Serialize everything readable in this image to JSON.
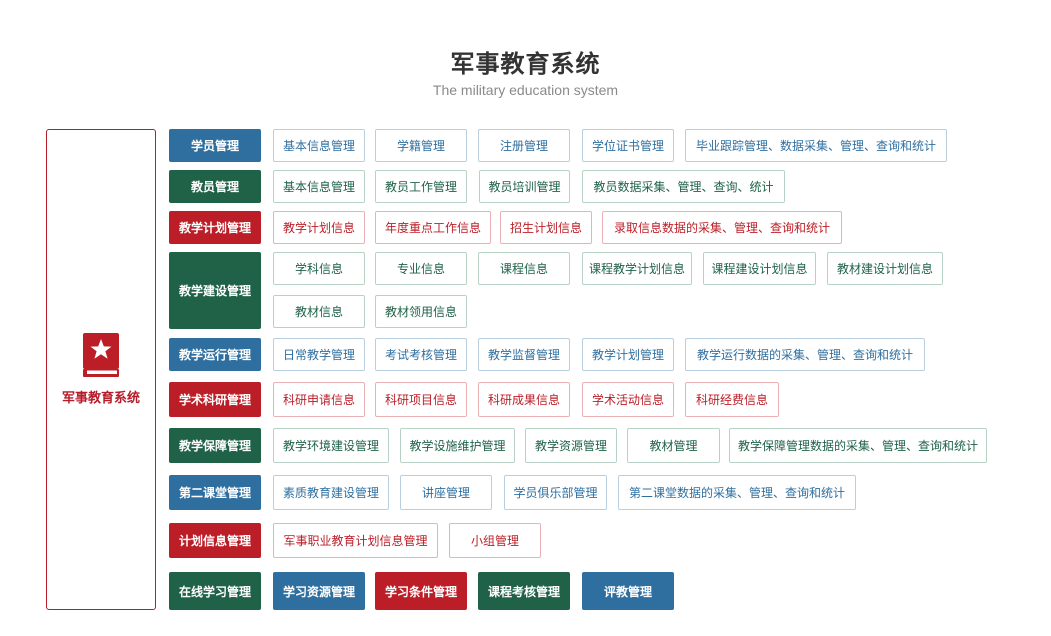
{
  "header": {
    "title": "军事教育系统",
    "subtitle": "The military education system"
  },
  "sidebar": {
    "label": "军事教育系统",
    "icon": "book-star-icon"
  },
  "colors": {
    "blue": "#2f6f9f",
    "green": "#1f6248",
    "red": "#bb1e27"
  },
  "rows": [
    {
      "category": "学员管理",
      "color": "blue",
      "items": [
        "基本信息管理",
        "学籍管理",
        "注册管理",
        "学位证书管理",
        "毕业跟踪管理、数据采集、管理、查询和统计"
      ]
    },
    {
      "category": "教员管理",
      "color": "green",
      "items": [
        "基本信息管理",
        "教员工作管理",
        "教员培训管理",
        "教员数据采集、管理、查询、统计"
      ]
    },
    {
      "category": "教学计划管理",
      "color": "red",
      "items": [
        "教学计划信息",
        "年度重点工作信息",
        "招生计划信息",
        "录取信息数据的采集、管理、查询和统计"
      ]
    },
    {
      "category": "教学建设管理",
      "color": "green",
      "items": [
        "学科信息",
        "专业信息",
        "课程信息",
        "课程教学计划信息",
        "课程建设计划信息",
        "教材建设计划信息",
        "教材信息",
        "教材领用信息"
      ]
    },
    {
      "category": "教学运行管理",
      "color": "blue",
      "items": [
        "日常教学管理",
        "考试考核管理",
        "教学监督管理",
        "教学计划管理",
        "教学运行数据的采集、管理、查询和统计"
      ]
    },
    {
      "category": "学术科研管理",
      "color": "red",
      "items": [
        "科研申请信息",
        "科研项目信息",
        "科研成果信息",
        "学术活动信息",
        "科研经费信息"
      ]
    },
    {
      "category": "教学保障管理",
      "color": "green",
      "items": [
        "教学环境建设管理",
        "教学设施维护管理",
        "教学资源管理",
        "教材管理",
        "教学保障管理数据的采集、管理、查询和统计"
      ]
    },
    {
      "category": "第二课堂管理",
      "color": "blue",
      "items": [
        "素质教育建设管理",
        "讲座管理",
        "学员俱乐部管理",
        "第二课堂数据的采集、管理、查询和统计"
      ]
    },
    {
      "category": "计划信息管理",
      "color": "red",
      "items": [
        "军事职业教育计划信息管理",
        "小组管理"
      ]
    },
    {
      "category": "在线学习管理",
      "color": "green",
      "items": [
        "学习资源管理",
        "学习条件管理",
        "课程考核管理",
        "评教管理"
      ]
    }
  ]
}
